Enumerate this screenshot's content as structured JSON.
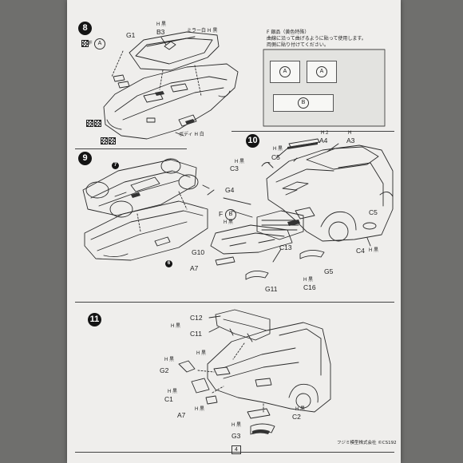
{
  "page": {
    "number": "4",
    "footer_text": "フジミ模型株式会社 ©CS192"
  },
  "step8": {
    "number": "8",
    "labels": {
      "F": "F",
      "A_circle": "A",
      "G1": "G1",
      "B3": "B3",
      "H_top": "H 黒",
      "mirror": "ミラー白 H 黒",
      "body": "ボディ H 白"
    },
    "decal_box": {
      "header_line1": "F 銀品（黄色特殊）",
      "header_line2": "曲線に沿って曲げるように貼って使用します。",
      "header_line3": "両側に貼り付けてください。",
      "circle_a1": "A",
      "circle_a2": "A",
      "circle_b": "B"
    }
  },
  "step9": {
    "number": "9",
    "part7_label": "7",
    "part6_label": "6"
  },
  "step10": {
    "number": "10",
    "labels": {
      "H2": "H 2",
      "A4": "A4",
      "H_A3": "H",
      "A3": "A3",
      "C3": "C3",
      "H_C3": "H 黒",
      "C5_top": "C5",
      "H_C5": "H 黒",
      "G4": "G4",
      "F_B": "F",
      "B_circle": "B",
      "H_G4": "H 黒",
      "C5_right": "C5",
      "G10": "G10",
      "A7": "A7",
      "C13": "C13",
      "G5": "G5",
      "C4": "C4",
      "H_C4": "H 黒",
      "G11": "G11",
      "C16": "C16",
      "H_C16": "H 黒"
    }
  },
  "step11": {
    "number": "11",
    "labels": {
      "C12": "C12",
      "H_C11": "H 黒",
      "C11": "C11",
      "H_top": "H 黒",
      "G2": "G2",
      "H_G2": "H 黒",
      "H_C1": "H 黒",
      "C1": "C1",
      "A7": "A7",
      "H_A7": "H 黒",
      "C2": "C2",
      "H_C2": "H 黒",
      "G3": "G3",
      "H_G3": "H 黒"
    }
  }
}
